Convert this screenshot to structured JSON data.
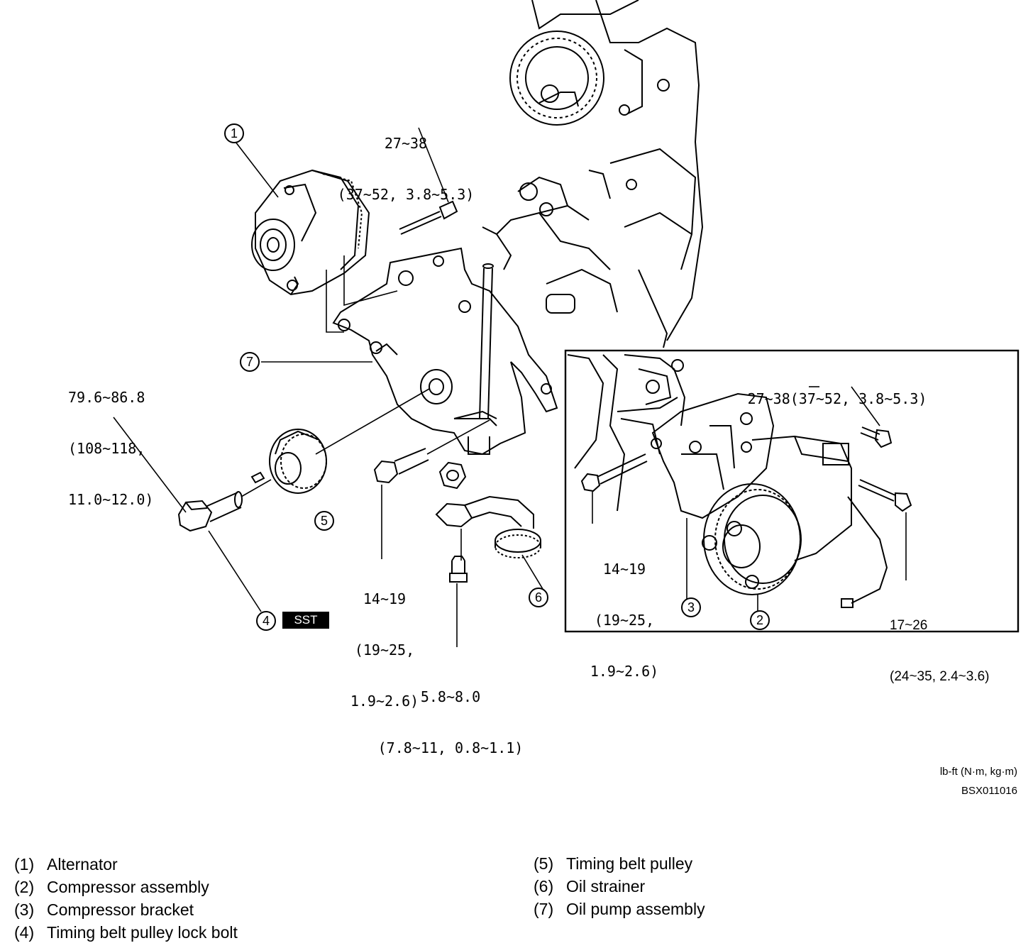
{
  "callouts": {
    "c1": "1",
    "c2": "2",
    "c3": "3",
    "c4": "4",
    "c5": "5",
    "c6": "6",
    "c7": "7"
  },
  "sst_label": "SST",
  "torques": {
    "alternator_bolt": {
      "line1": "27~38",
      "line2": "(37~52, 3.8~5.3)"
    },
    "pulley_lock_bolt": {
      "line1": "79.6~86.8",
      "line2": "(108~118,",
      "line3": "11.0~12.0)"
    },
    "oil_pump_bolt": {
      "line1": "14~19",
      "line2": "(19~25,",
      "line3": "1.9~2.6)"
    },
    "strainer_bolt": {
      "line1": "5.8~8.0",
      "line2": "(7.8~11, 0.8~1.1)"
    },
    "compressor_upper_bolt": {
      "line1": "27~38(37~52, 3.8~5.3)"
    },
    "compressor_bracket_bolt": {
      "line1": "14~19",
      "line2": "(19~25,",
      "line3": "1.9~2.6)"
    },
    "compressor_lower_bolt": {
      "line1": "17~26",
      "line2": "(24~35, 2.4~3.6)"
    }
  },
  "units_label": "lb-ft (N·m, kg·m)",
  "figure_code": "BSX011016",
  "legend": [
    {
      "num": "(1)",
      "label": "Alternator"
    },
    {
      "num": "(2)",
      "label": "Compressor assembly"
    },
    {
      "num": "(3)",
      "label": "Compressor bracket"
    },
    {
      "num": "(4)",
      "label": "Timing belt pulley lock bolt"
    },
    {
      "num": "(5)",
      "label": "Timing belt pulley"
    },
    {
      "num": "(6)",
      "label": "Oil strainer"
    },
    {
      "num": "(7)",
      "label": "Oil pump assembly"
    }
  ]
}
